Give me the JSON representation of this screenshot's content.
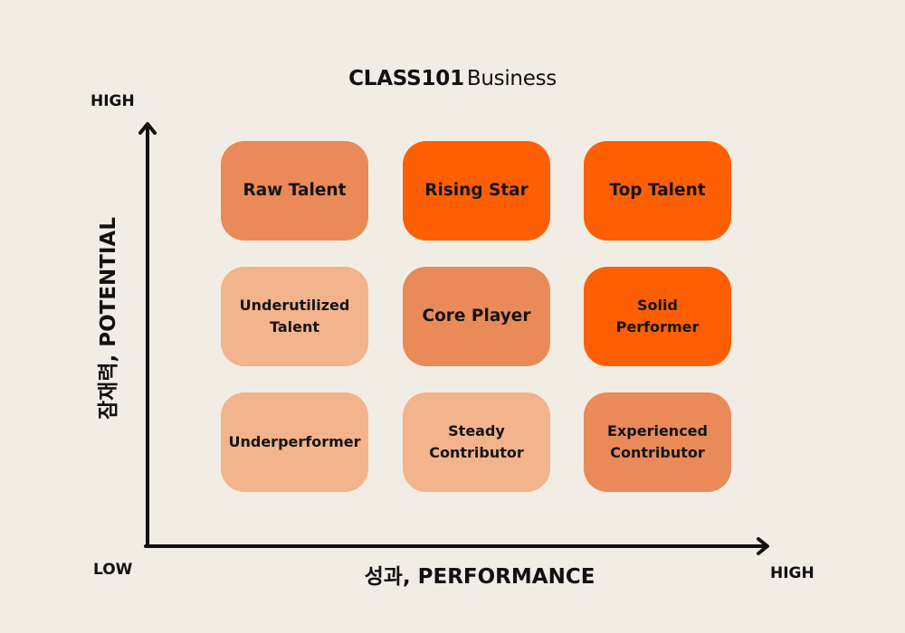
{
  "brand": {
    "mark": "CLASS101",
    "word": "Business"
  },
  "colors": {
    "background": "#f2ede4",
    "light": "#f3b38c",
    "medium": "#e98a58",
    "strong": "#ff5f03",
    "text": "#111111"
  },
  "axes": {
    "y_high": "HIGH",
    "origin_low": "LOW",
    "x_high": "HIGH",
    "x_title": "성과, PERFORMANCE",
    "y_title": "잠재력, POTENTIAL"
  },
  "grid": {
    "rows": [
      [
        {
          "line1": "Raw Talent",
          "line2": "",
          "tone": "medium"
        },
        {
          "line1": "Rising Star",
          "line2": "",
          "tone": "strong"
        },
        {
          "line1": "Top Talent",
          "line2": "",
          "tone": "strong"
        }
      ],
      [
        {
          "line1": "Underutilized",
          "line2": "Talent",
          "tone": "light"
        },
        {
          "line1": "Core Player",
          "line2": "",
          "tone": "medium"
        },
        {
          "line1": "Solid",
          "line2": "Performer",
          "tone": "strong"
        }
      ],
      [
        {
          "line1": "Underperformer",
          "line2": "",
          "tone": "light"
        },
        {
          "line1": "Steady",
          "line2": "Contributor",
          "tone": "light"
        },
        {
          "line1": "Experienced",
          "line2": "Contributor",
          "tone": "medium"
        }
      ]
    ]
  }
}
